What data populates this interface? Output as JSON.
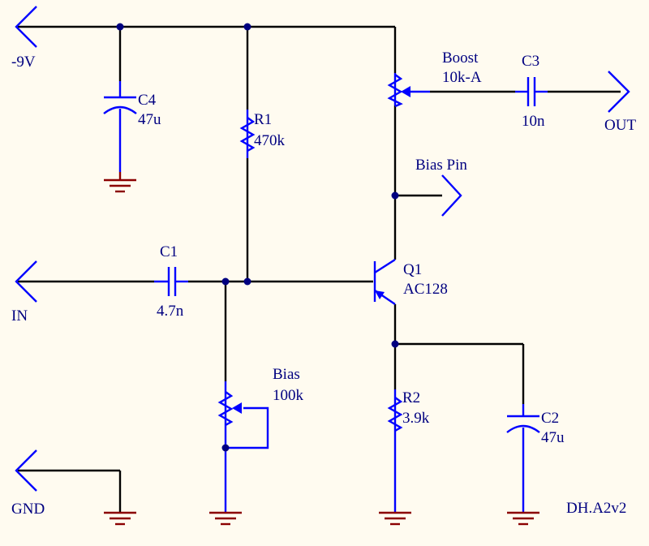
{
  "colors": {
    "background": "#fffbf0",
    "wire": "#000000",
    "component": "#0000ff",
    "ground": "#8b0000",
    "label": "#000080"
  },
  "ports": {
    "supply": "-9V",
    "input": "IN",
    "output": "OUT",
    "ground": "GND",
    "bias_pin": "Bias Pin"
  },
  "components": {
    "c4": {
      "ref": "C4",
      "value": "47u"
    },
    "r1": {
      "ref": "R1",
      "value": "470k"
    },
    "boost": {
      "ref": "Boost",
      "value": "10k-A"
    },
    "c3": {
      "ref": "C3",
      "value": "10n"
    },
    "c1": {
      "ref": "C1",
      "value": "4.7n"
    },
    "q1": {
      "ref": "Q1",
      "value": "AC128"
    },
    "bias": {
      "ref": "Bias",
      "value": "100k"
    },
    "r2": {
      "ref": "R2",
      "value": "3.9k"
    },
    "c2": {
      "ref": "C2",
      "value": "47u"
    }
  },
  "revision": "DH.A2v2"
}
